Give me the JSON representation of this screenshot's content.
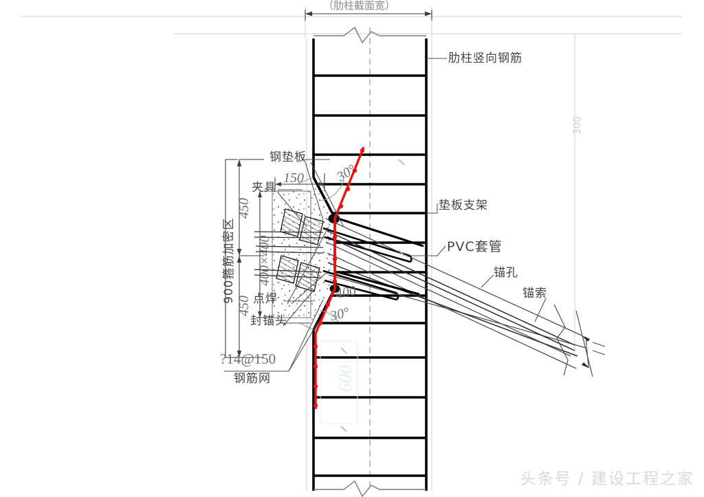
{
  "drawing": {
    "title_top": "（肋柱截面宽）",
    "watermark": "头条号 / 建设工程之家",
    "faint_side_text": "300"
  },
  "labels": {
    "rib_column_rebar": "肋柱竖向钢筋",
    "bearing_plate_bracket": "垫板支架",
    "pvc_sleeve": "PVC套管",
    "anchor_hole": "锚孔",
    "anchor_cable": "锚索",
    "steel_bearing_plate": "钢垫板",
    "clamp": "夹具",
    "spot_weld": "点焊",
    "anchor_head_seal": "封锚头",
    "rebar_mesh_spec": "?14@150",
    "rebar_mesh": "钢筋网",
    "stirrup_zone": "900箍筋加密区"
  },
  "dimensions": {
    "d150": "150",
    "d450_upper": "450",
    "d450_lower": "450",
    "d400x400": "400×400",
    "d400": "400",
    "angle_upper": "30°",
    "angle_lower": "30°",
    "d600_faint": "600"
  },
  "colors": {
    "line": "#000000",
    "thin": "#555555",
    "accent_red": "#ee1111",
    "dim_gray": "#6d6d6d",
    "faint": "#d6d6d6",
    "watermark": "#d9d9d9"
  }
}
